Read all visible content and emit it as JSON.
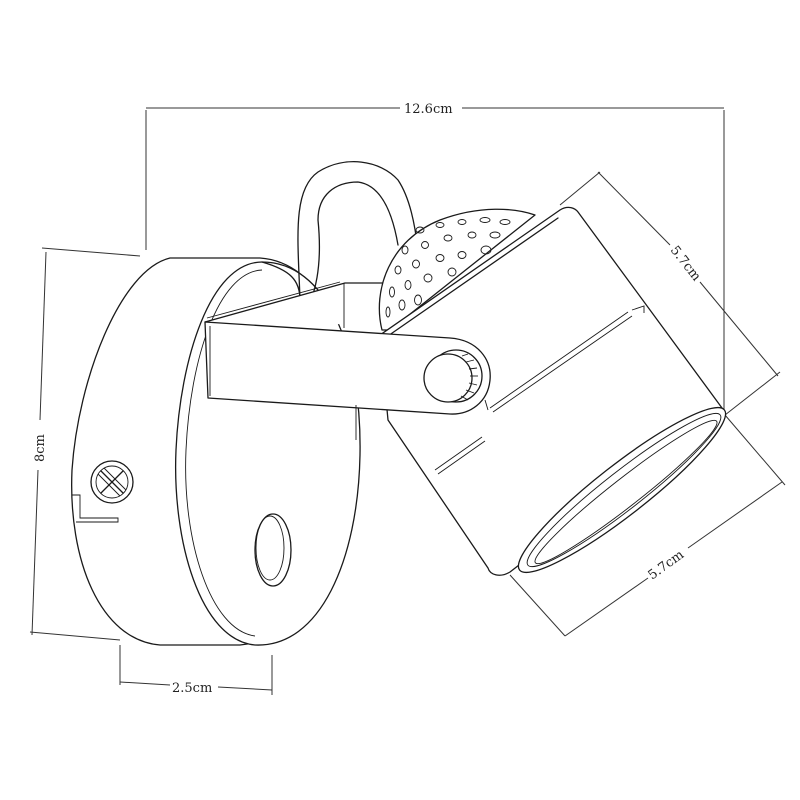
{
  "diagram": {
    "title": "Wall spotlight dimension drawing",
    "line_color": "#1a1a1a",
    "background": "#ffffff",
    "components": [
      "wall-plate",
      "mounting-screw",
      "switch-button",
      "cable-loop",
      "bracket-arm",
      "pivot-knob",
      "perforated-dome",
      "lamp-cylinder",
      "lens-ring"
    ]
  },
  "dimensions": {
    "width_total": "12.6cm",
    "height_total": "8cm",
    "base_depth": "2.5cm",
    "head_length": "5.7cm",
    "head_diameter": "5.7cm"
  }
}
